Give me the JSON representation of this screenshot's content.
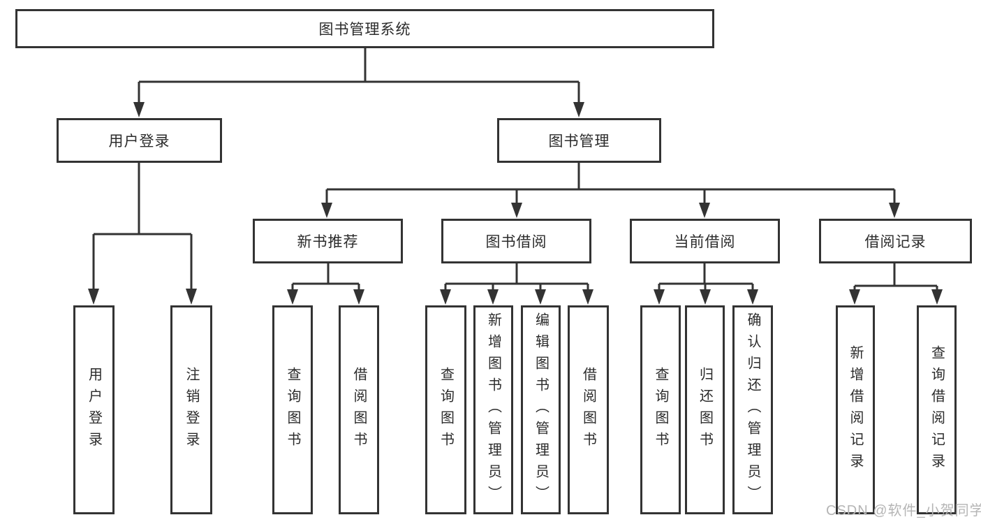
{
  "nodes": {
    "root": "图书管理系统",
    "level2": [
      "用户登录",
      "图书管理"
    ],
    "level3": [
      "新书推荐",
      "图书借阅",
      "当前借阅",
      "借阅记录"
    ],
    "leaves": {
      "g1": [
        "用户登录",
        "注销登录"
      ],
      "g2": [
        "查询图书",
        "借阅图书"
      ],
      "g3": [
        "查询图书",
        "新增图书（管理员）",
        "编辑图书（管理员）",
        "借阅图书"
      ],
      "g4": [
        "查询图书",
        "归还图书",
        "确认归还（管理员）"
      ],
      "g5": [
        "新增借阅记录",
        "查询借阅记录"
      ]
    }
  },
  "watermark": "CSDN @软件_小贺同学",
  "colors": {
    "line": "#333333",
    "text": "#2b2b2b",
    "watermark": "#b5b5b5",
    "background": "#ffffff"
  }
}
